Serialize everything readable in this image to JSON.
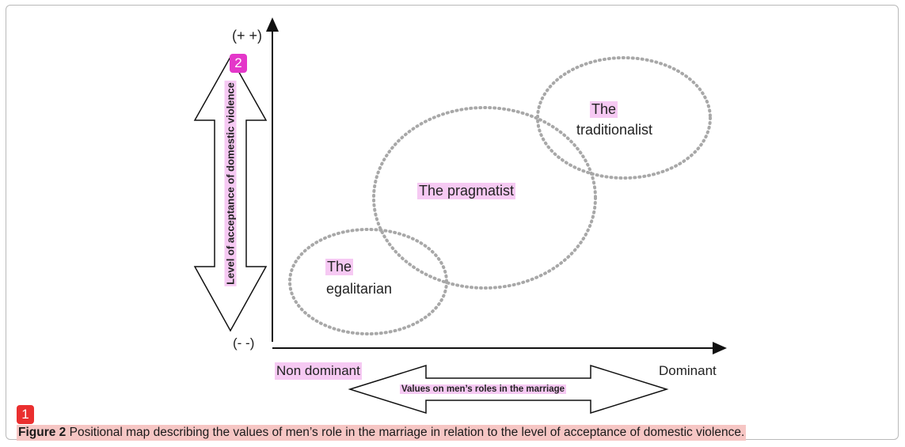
{
  "y_axis": {
    "top_label": "(+ +)",
    "bottom_label": "(- -)",
    "title": "Level of acceptance of domestic violence"
  },
  "x_axis": {
    "left_label": "Non dominant",
    "right_label": "Dominant",
    "title": "Values on men’s roles in the marriage"
  },
  "clusters": {
    "egalitarian": {
      "line1": "The",
      "line2": "egalitarian"
    },
    "pragmatist": {
      "label": "The pragmatist"
    },
    "traditionalist": {
      "line1": "The",
      "line2": "traditionalist"
    }
  },
  "caption": {
    "figure": "Figure 2",
    "text": "Positional map describing the values of men’s role in the marriage in relation to the level of acceptance of domestic violence."
  },
  "badges": {
    "red": "1",
    "pink": "2"
  },
  "colors": {
    "highlight_pink": "#f6c9f3",
    "caption_highlight": "#f6c6c4",
    "ellipse_stroke": "#a8a8a8"
  }
}
